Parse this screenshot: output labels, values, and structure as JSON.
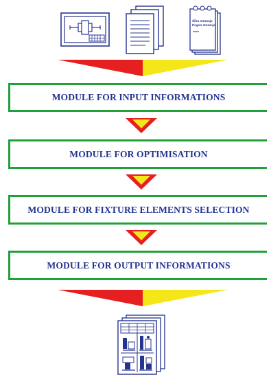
{
  "top_icons": {
    "document_card": {
      "lines": [
        "Šifra stezanja",
        "Pogon stezanja"
      ]
    }
  },
  "modules": [
    {
      "label": "MODULE  FOR INPUT INFORMATIONS"
    },
    {
      "label": "MODULE  FOR OPTIMISATION"
    },
    {
      "label": "MODULE FOR FIXTURE ELEMENTS SELECTION"
    },
    {
      "label": "MODULE FOR OUTPUT INFORMATIONS"
    }
  ],
  "colors": {
    "module_border": "#1fa13a",
    "module_text": "#24348f",
    "funnel_red": "#e62020",
    "funnel_yellow": "#f5e619",
    "arrow_red": "#e62020",
    "arrow_yellow": "#f5e619",
    "icon_stroke": "#24348f"
  }
}
